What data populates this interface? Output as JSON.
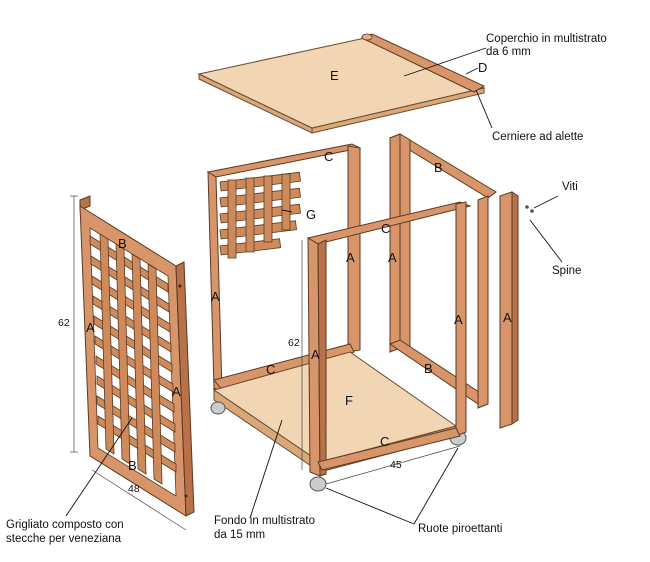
{
  "labels": {
    "coperchio_line1": "Coperchio in multistrato",
    "coperchio_line2": "da 6 mm",
    "cerniere": "Cerniere ad alette",
    "viti": "Viti",
    "spine": "Spine",
    "grigliato_line1": "Grigliato composto con",
    "grigliato_line2": "stecche per veneziana",
    "fondo_line1": "Fondo in multistrato",
    "fondo_line2": "da 15 mm",
    "ruote": "Ruote piroettanti"
  },
  "parts": {
    "E": "E",
    "D": "D",
    "C_back": "C",
    "C_front_top": "C",
    "C_back_bottom": "C",
    "C_front_bottom": "C",
    "B_side": "B",
    "B_side_bottom": "B",
    "B_door_top": "B",
    "B_door_bottom": "B",
    "G": "G",
    "A_door_left": "A",
    "A_door_right": "A",
    "A_back_left": "A",
    "A_back_right": "A",
    "A_front_left": "A",
    "A_front_right": "A",
    "A_side_left": "A",
    "A_post": "A",
    "F": "F"
  },
  "dimensions": {
    "door_height": "62",
    "door_width": "48",
    "carcass_height": "62",
    "carcass_width": "45"
  },
  "colors": {
    "wood": "#d9956a",
    "plywood": "#f2d6b4"
  }
}
